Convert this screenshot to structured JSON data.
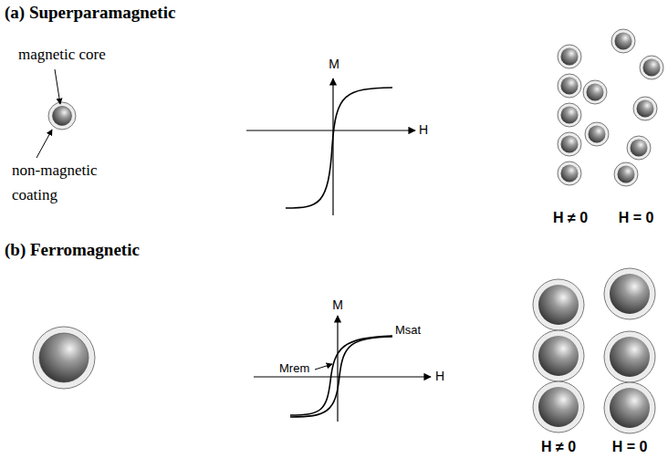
{
  "diagram": {
    "labels": [
      "(a) Superparamagnetic",
      "magnetic core",
      "M",
      "H",
      "non-magnetic coating",
      "H ≠ 0",
      "H = 0",
      "(b) Ferromagnetic",
      "M",
      "Msat",
      "Mrem",
      "H",
      "H ≠ 0",
      "H = 0"
    ]
  }
}
